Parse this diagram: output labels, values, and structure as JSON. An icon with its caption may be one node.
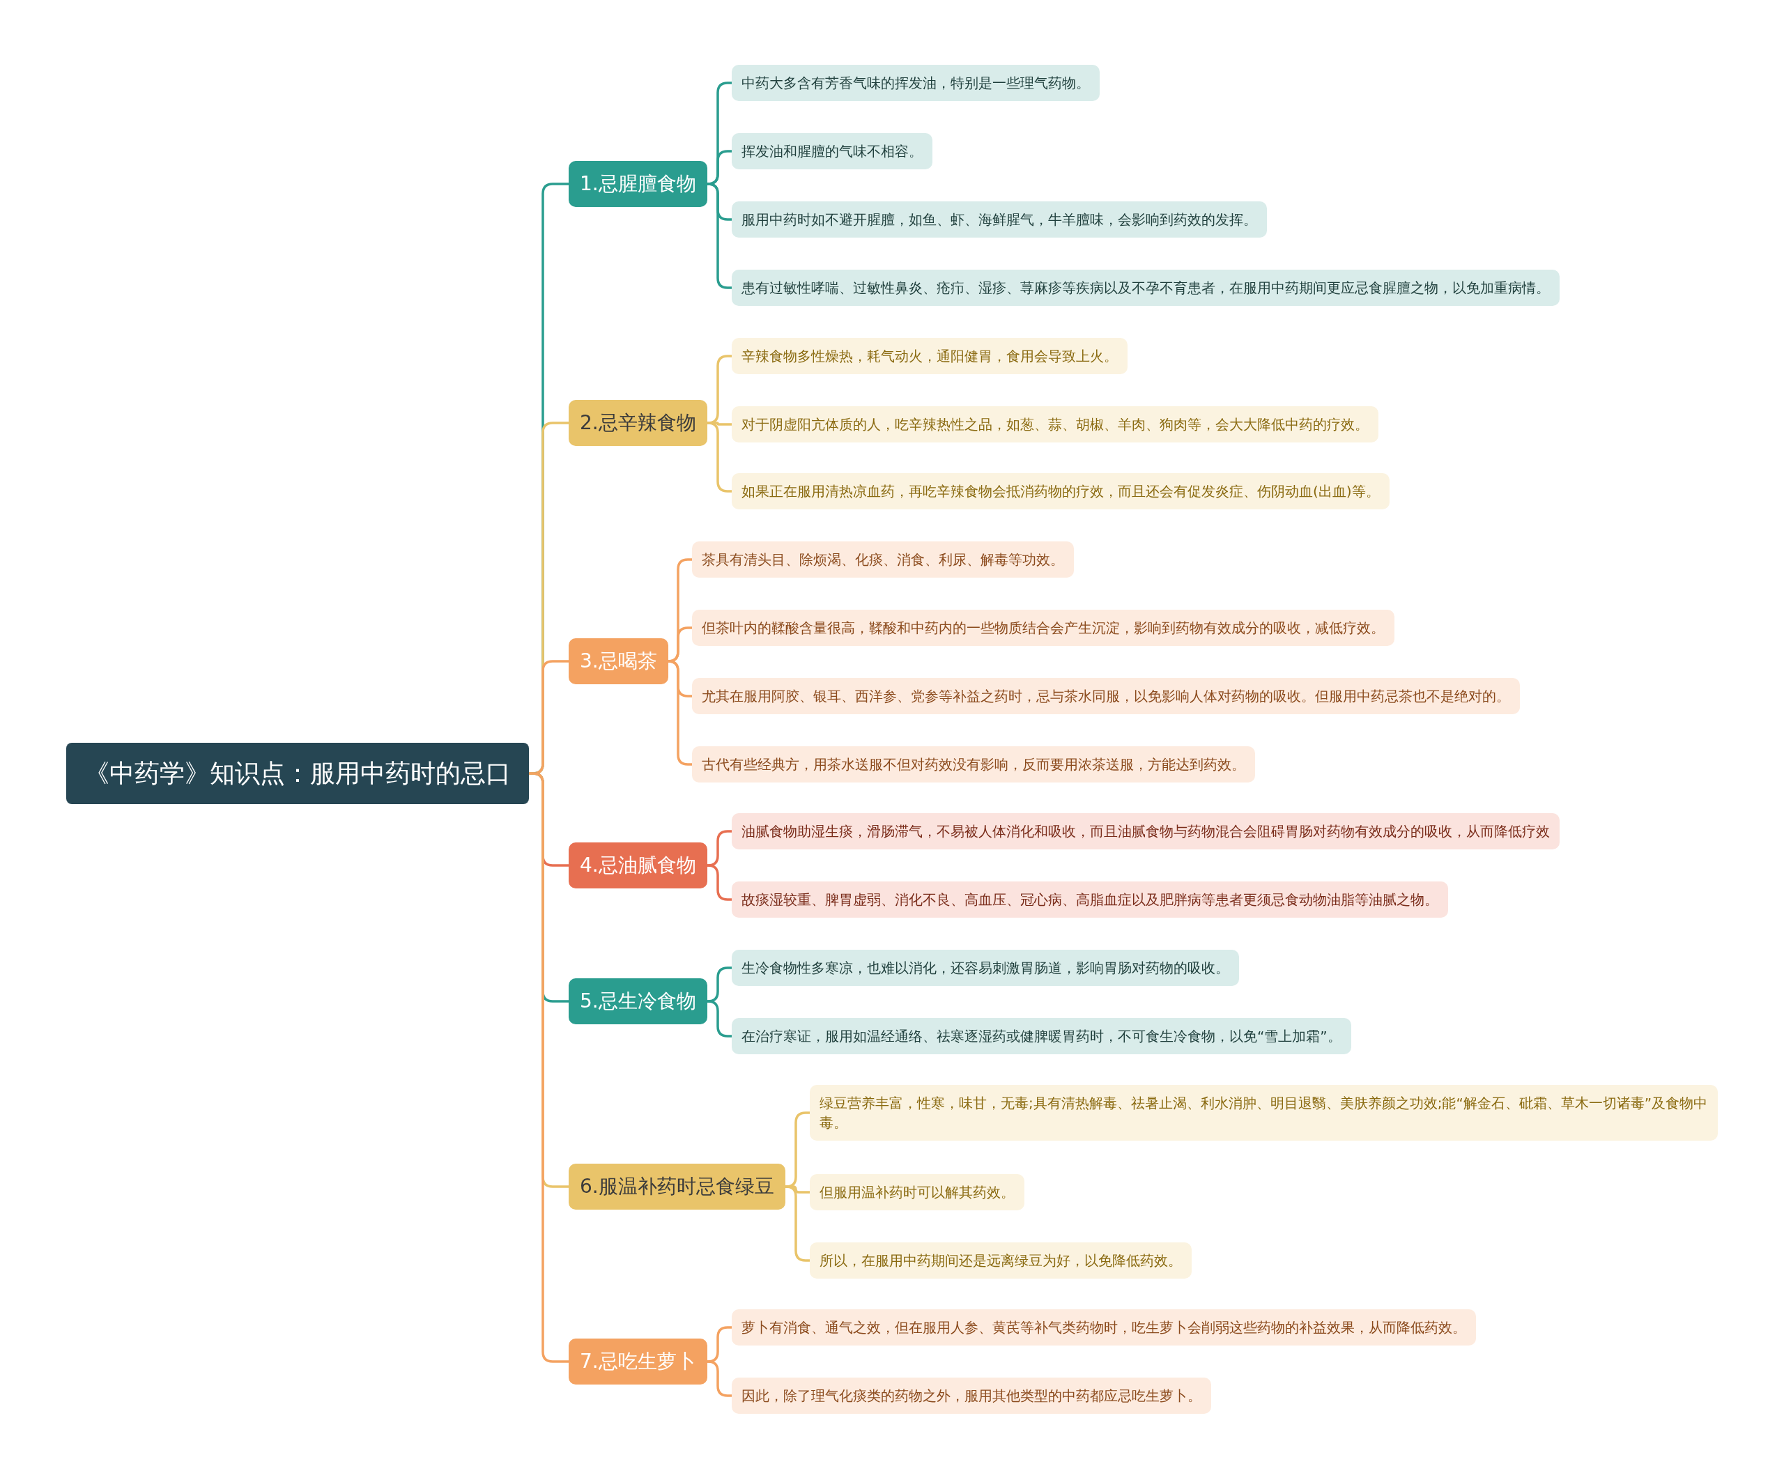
{
  "diagram": {
    "nodes": [
      {
        "text": [
          "《中药学》知识点：服用中药时的忌口"
        ]
      },
      {
        "text": [
          "1.忌腥膻食物"
        ]
      },
      {
        "text": [
          "中药大多含有芳香气味的挥发油，特别是一些理气药物。"
        ]
      },
      {
        "text": [
          "挥发油和腥膻的气味不相容。"
        ]
      },
      {
        "text": [
          "服用中药时如不避开腥膻，如鱼、虾、海鲜腥气，牛羊膻味，会影响到药效的发挥。"
        ]
      },
      {
        "text": [
          "患有过敏性哮喘、过敏性鼻炎、疮疖、湿疹、荨麻疹等疾病以及不孕不育患者，在服用中药期间更应忌食腥膻之物，以免加重病情。"
        ]
      },
      {
        "text": [
          "2.忌辛辣食物"
        ]
      },
      {
        "text": [
          "辛辣食物多性燥热，耗气动火，通阳健胃，食用会导致上火。"
        ]
      },
      {
        "text": [
          "对于阴虚阳亢体质的人，吃辛辣热性之品，如葱、蒜、胡椒、羊肉、狗肉等，会大大降低中药的疗效。"
        ]
      },
      {
        "text": [
          "如果正在服用清热凉血药，再吃辛辣食物会抵消药物的疗效，而且还会有促发炎症、伤阴动血(出血)等。"
        ]
      },
      {
        "text": [
          "3.忌喝茶"
        ]
      },
      {
        "text": [
          "茶具有清头目、除烦渴、化痰、消食、利尿、解毒等功效。"
        ]
      },
      {
        "text": [
          "但茶叶内的鞣酸含量很高，鞣酸和中药内的一些物质结合会产生沉淀，影响到药物有效成分的吸收，减低疗效。"
        ]
      },
      {
        "text": [
          "尤其在服用阿胶、银耳、西洋参、党参等补益之药时，忌与茶水同服，以免影响人体对药物的吸收。但服用中药忌茶也不是绝对的。"
        ]
      },
      {
        "text": [
          "古代有些经典方，用茶水送服不但对药效没有影响，反而要用浓茶送服，方能达到药效。"
        ]
      },
      {
        "text": [
          "4.忌油腻食物"
        ]
      },
      {
        "text": [
          "油腻食物助湿生痰，滑肠滞气，不易被人体消化和吸收，而且油腻食物与药物混合会阻碍胃肠对药物有效成分的吸收，从而降低疗效"
        ]
      },
      {
        "text": [
          "故痰湿较重、脾胃虚弱、消化不良、高血压、冠心病、高脂血症以及肥胖病等患者更须忌食动物油脂等油腻之物。"
        ]
      },
      {
        "text": [
          "5.忌生冷食物"
        ]
      },
      {
        "text": [
          "生冷食物性多寒凉，也难以消化，还容易刺激胃肠道，影响胃肠对药物的吸收。"
        ]
      },
      {
        "text": [
          "在治疗寒证，服用如温经通络、祛寒逐湿药或健脾暖胃药时，不可食生冷食物，以免“雪上加霜”。"
        ]
      },
      {
        "text": [
          "6.服温补药时忌食绿豆"
        ]
      },
      {
        "text": [
          "绿豆营养丰富，性寒，味甘，无毒;具有清热解毒、祛暑止渴、利水消肿、明目退翳、美肤养颜之功效;能“解金石、砒霜、草木一切诸毒”及食物中毒。"
        ]
      },
      {
        "text": [
          "但服用温补药时可以解其药效。"
        ]
      },
      {
        "text": [
          "所以，在服用中药期间还是远离绿豆为好，以免降低药效。"
        ]
      },
      {
        "text": [
          "7.忌吃生萝卜"
        ]
      },
      {
        "text": [
          "萝卜有消食、通气之效，但在服用人参、黄芪等补气类药物时，吃生萝卜会削弱这些药物的补益效果，从而降低药效。"
        ]
      },
      {
        "text": [
          "因此，除了理气化痰类的药物之外，服用其他类型的中药都应忌吃生萝卜。"
        ]
      }
    ],
    "edges": [
      {
        "from": 0,
        "to": 1,
        "arrow": "none",
        "color": "#2a9d8f"
      },
      {
        "from": 1,
        "to": 2,
        "arrow": "none",
        "color": "#2a9d8f"
      },
      {
        "from": 1,
        "to": 3,
        "arrow": "none",
        "color": "#2a9d8f"
      },
      {
        "from": 1,
        "to": 4,
        "arrow": "none",
        "color": "#2a9d8f"
      },
      {
        "from": 1,
        "to": 5,
        "arrow": "none",
        "color": "#2a9d8f"
      },
      {
        "from": 0,
        "to": 6,
        "arrow": "none",
        "color": "#e9c46a"
      },
      {
        "from": 6,
        "to": 7,
        "arrow": "none",
        "color": "#e9c46a"
      },
      {
        "from": 6,
        "to": 8,
        "arrow": "none",
        "color": "#e9c46a"
      },
      {
        "from": 6,
        "to": 9,
        "arrow": "none",
        "color": "#e9c46a"
      },
      {
        "from": 0,
        "to": 10,
        "arrow": "none",
        "color": "#f4a261"
      },
      {
        "from": 10,
        "to": 11,
        "arrow": "none",
        "color": "#f4a261"
      },
      {
        "from": 10,
        "to": 12,
        "arrow": "none",
        "color": "#f4a261"
      },
      {
        "from": 10,
        "to": 13,
        "arrow": "none",
        "color": "#f4a261"
      },
      {
        "from": 10,
        "to": 14,
        "arrow": "none",
        "color": "#f4a261"
      },
      {
        "from": 0,
        "to": 15,
        "arrow": "none",
        "color": "#e76f51"
      },
      {
        "from": 15,
        "to": 16,
        "arrow": "none",
        "color": "#e76f51"
      },
      {
        "from": 15,
        "to": 17,
        "arrow": "none",
        "color": "#e76f51"
      },
      {
        "from": 0,
        "to": 18,
        "arrow": "none",
        "color": "#2a9d8f"
      },
      {
        "from": 18,
        "to": 19,
        "arrow": "none",
        "color": "#2a9d8f"
      },
      {
        "from": 18,
        "to": 20,
        "arrow": "none",
        "color": "#2a9d8f"
      },
      {
        "from": 0,
        "to": 21,
        "arrow": "none",
        "color": "#e9c46a"
      },
      {
        "from": 21,
        "to": 22,
        "arrow": "none",
        "color": "#e9c46a"
      },
      {
        "from": 21,
        "to": 23,
        "arrow": "none",
        "color": "#e9c46a"
      },
      {
        "from": 21,
        "to": 24,
        "arrow": "none",
        "color": "#e9c46a"
      },
      {
        "from": 0,
        "to": 25,
        "arrow": "none",
        "color": "#f4a261"
      },
      {
        "from": 25,
        "to": 26,
        "arrow": "none",
        "color": "#f4a261"
      },
      {
        "from": 25,
        "to": 27,
        "arrow": "none",
        "color": "#f4a261"
      }
    ]
  }
}
